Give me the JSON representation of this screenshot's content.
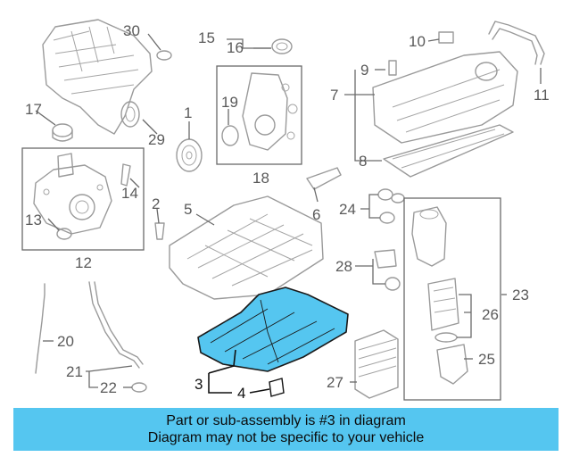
{
  "callouts": {
    "c2": "2",
    "c3": "3",
    "c4": "4",
    "c5": "5",
    "c6": "6",
    "c7": "7",
    "c8": "8",
    "c9": "9",
    "c10": "10",
    "c11": "11",
    "c12": "12",
    "c13": "13",
    "c14": "14",
    "c15": "15",
    "c16": "16",
    "c17": "17",
    "c18": "18",
    "c19": "19",
    "c20": "20",
    "c21": "21",
    "c22": "22",
    "c23": "23",
    "c24": "24",
    "c25": "25",
    "c26": "26",
    "c27": "27",
    "c28": "28",
    "c29": "29",
    "c30": "30",
    "c1": "1"
  },
  "banner": {
    "line1": "Part or sub-assembly is #3 in diagram",
    "line2": "Diagram may not be specific to your vehicle"
  },
  "colors": {
    "highlight": "#55c6f0",
    "part_stroke": "#9a9a9a",
    "banner_bg": "#55c6f0"
  }
}
